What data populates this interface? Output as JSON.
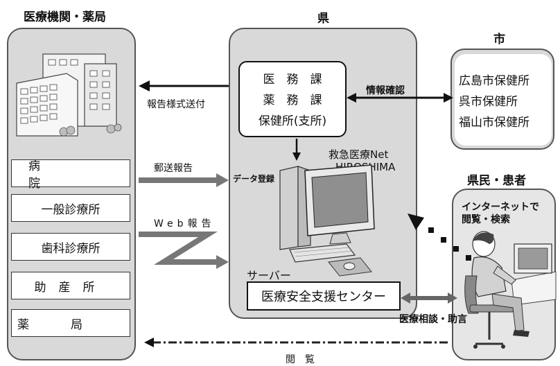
{
  "sections": {
    "medical": "医療機関・薬局",
    "prefecture": "県",
    "city": "市",
    "residents": "県民・患者"
  },
  "facilities": [
    "病院",
    "一般診療所",
    "歯科診療所",
    "助産所",
    "薬局"
  ],
  "departments": [
    "医　務　課",
    "薬　務　課",
    "保健所(支所)"
  ],
  "cities": [
    "広島市保健所",
    "呉市保健所",
    "福山市保健所"
  ],
  "system": {
    "name_line1": "救急医療Net",
    "name_line2": "HIROSHIMA",
    "server_label": "サーバー",
    "center": "医療安全支援センター"
  },
  "arrows": {
    "report_form": "報告様式送付",
    "info_check": "情報確認",
    "mail_report": "郵送報告",
    "web_report": "Web報告",
    "data_entry": "データ登録",
    "browse_search_1": "インターネットで",
    "browse_search_2": "閲覧・検索",
    "consultation": "医療相談・助言",
    "view": "閲　覧"
  }
}
